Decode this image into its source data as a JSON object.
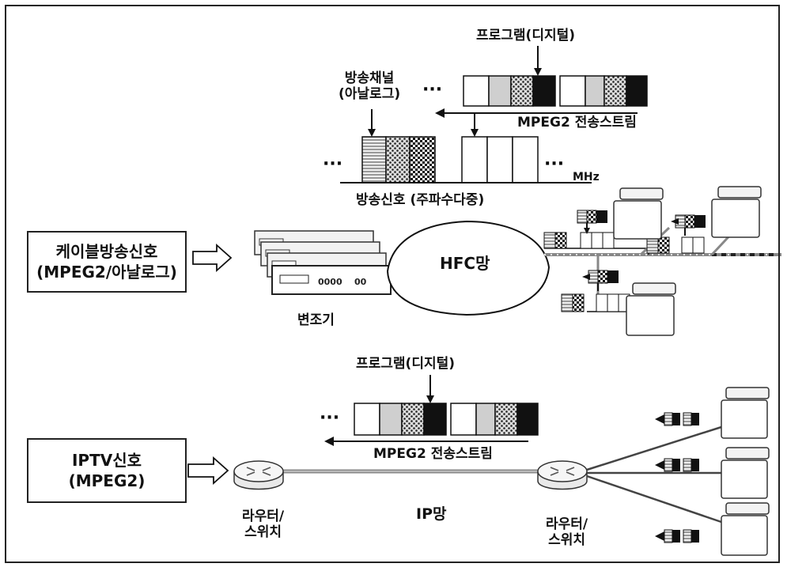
{
  "top": {
    "program_label": "프로그램(디지털)",
    "channel_label_line1": "방송채널",
    "channel_label_line2": "(아날로그)",
    "stream_label": "MPEG2 전송스트림",
    "mhz_label": "MHz",
    "signal_label": "방송신호 (주파수다중)",
    "source_line1": "케이블방송신호",
    "source_line2": "(MPEG2/아날로그)",
    "modulator_label": "변조기",
    "network_label": "HFC망"
  },
  "bottom": {
    "program_label": "프로그램(디지털)",
    "stream_label": "MPEG2 전송스트림",
    "source_line1": "IPTV신호",
    "source_line2": "(MPEG2)",
    "router_left_line1": "라우터/",
    "router_left_line2": "스위치",
    "router_right_line1": "라우터/",
    "router_right_line2": "스위치",
    "network_label": "IP망"
  },
  "icons": [
    "program-pointer-arrow-icon",
    "router-icon",
    "tv-settop-icon",
    "modulator-icon",
    "input-arrow-icon"
  ]
}
